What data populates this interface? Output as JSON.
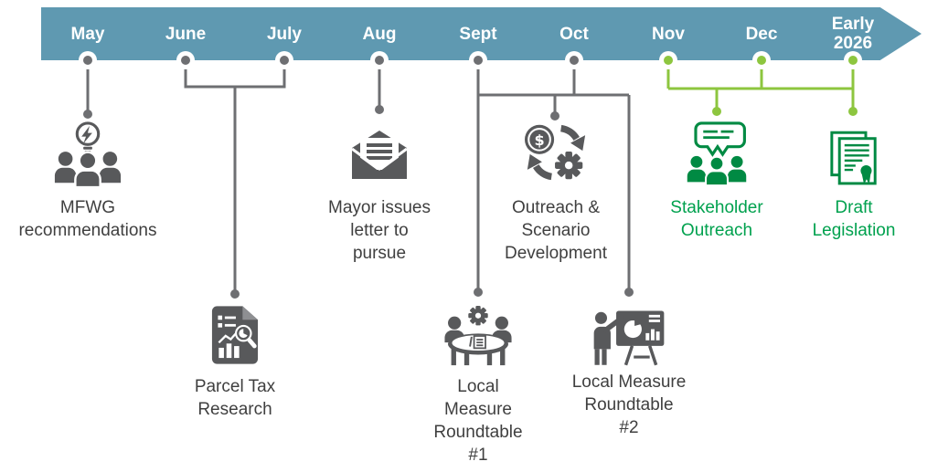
{
  "colors": {
    "banner_blue": "#5F99B1",
    "connector_gray": "#6E6F72",
    "icon_gray": "#58595B",
    "caption_text": "#3F3F3F",
    "connector_green": "#8DC63F",
    "icon_green": "#008A43",
    "green_text": "#00A14E"
  },
  "months": [
    {
      "label": "May",
      "node_color": "#6E6F72"
    },
    {
      "label": "June",
      "node_color": "#6E6F72"
    },
    {
      "label": "July",
      "node_color": "#6E6F72"
    },
    {
      "label": "Aug",
      "node_color": "#6E6F72"
    },
    {
      "label": "Sept",
      "node_color": "#6E6F72"
    },
    {
      "label": "Oct",
      "node_color": "#6E6F72"
    },
    {
      "label": "Nov",
      "node_color": "#8DC63F"
    },
    {
      "label": "Dec",
      "node_color": "#8DC63F"
    },
    {
      "label": "Early\n2026",
      "node_color": "#8DC63F"
    }
  ],
  "milestones": [
    {
      "id": "mfwg-recommendations",
      "label": "MFWG\nrecommendations",
      "icon": "team-idea-icon",
      "theme": "gray"
    },
    {
      "id": "parcel-tax-research",
      "label": "Parcel Tax\nResearch",
      "icon": "document-research-icon",
      "theme": "gray"
    },
    {
      "id": "mayor-letter",
      "label": "Mayor issues\nletter to\npursue",
      "icon": "open-letter-icon",
      "theme": "gray"
    },
    {
      "id": "outreach-scenario",
      "label": "Outreach &\nScenario\nDevelopment",
      "icon": "funding-cycle-icon",
      "theme": "gray"
    },
    {
      "id": "local-measure-roundtable-1",
      "label": "Local\nMeasure\nRoundtable\n#1",
      "icon": "roundtable-icon",
      "theme": "gray"
    },
    {
      "id": "local-measure-roundtable-2",
      "label": "Local Measure\nRoundtable\n#2",
      "icon": "presentation-icon",
      "theme": "gray"
    },
    {
      "id": "stakeholder-outreach",
      "label": "Stakeholder\nOutreach",
      "icon": "speech-people-icon",
      "theme": "green"
    },
    {
      "id": "draft-legislation",
      "label": "Draft\nLegislation",
      "icon": "legal-document-icon",
      "theme": "green"
    }
  ]
}
